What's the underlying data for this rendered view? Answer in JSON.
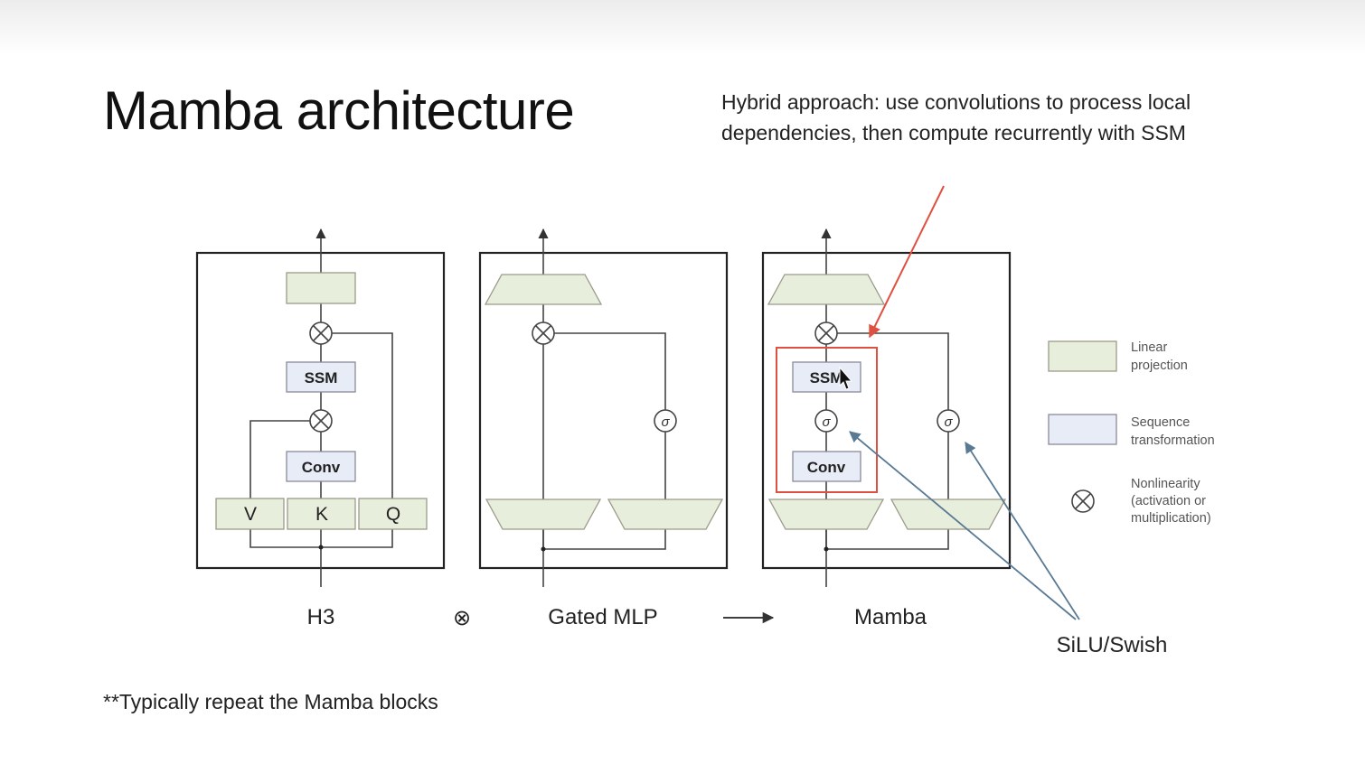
{
  "slide": {
    "title": "Mamba architecture",
    "annotation": "Hybrid approach: use convolutions to process local dependencies, then compute recurrently with SSM",
    "footnote": "**Typically repeat the Mamba blocks"
  },
  "blocks": {
    "h3": {
      "caption": "H3",
      "ssm": "SSM",
      "conv": "Conv",
      "v": "V",
      "k": "K",
      "q": "Q"
    },
    "gated_mlp": {
      "caption": "Gated MLP",
      "sigma": "σ"
    },
    "mamba": {
      "caption": "Mamba",
      "ssm": "SSM",
      "conv": "Conv",
      "sigma_inner": "σ",
      "sigma_outer": "σ"
    }
  },
  "operators": {
    "combine": "⊗",
    "arrow": "⟶"
  },
  "legend": {
    "linear": "Linear projection",
    "linear_lines": [
      "Linear",
      "projection"
    ],
    "sequence": "Sequence transformation",
    "sequence_lines": [
      "Sequence",
      "transformation"
    ],
    "nonlinearity": "Nonlinearity (activation or multiplication)",
    "nonlinearity_lines": [
      "Nonlinearity",
      "(activation or",
      "multiplication)"
    ]
  },
  "silu_label": "SiLU/Swish",
  "colors": {
    "linear_fill": "#e8eedc",
    "sequence_fill": "#e8ecf6",
    "highlight_red": "#e05040",
    "pointer_blue": "#5a7a94"
  }
}
